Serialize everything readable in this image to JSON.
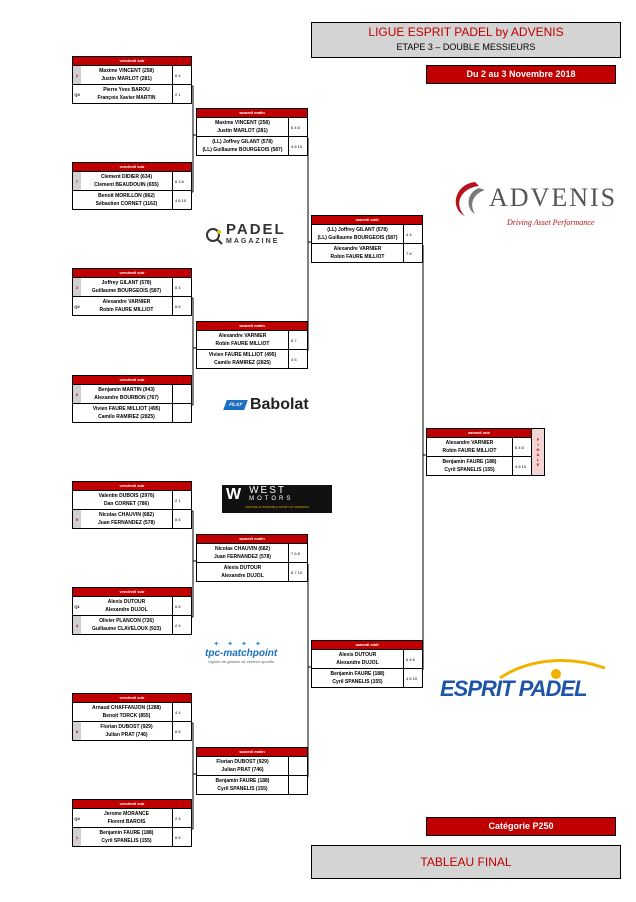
{
  "header": {
    "title": "LIGUE ESPRIT PADEL by ADVENIS",
    "subtitle": "ETAPE 3 – DOUBLE MESSIEURS",
    "dates": "Du 2 au 3 Novembre 2018"
  },
  "footer": {
    "category": "Catégorie P250",
    "board_title": "TABLEAU FINAL"
  },
  "final_label": "FINALE",
  "colors": {
    "accent": "#c00000",
    "panel": "#d4d4d4"
  },
  "logos": {
    "advenis": "ADVENIS",
    "advenis_tagline": "Driving Asset Performance",
    "padel_magazine": "PADEL",
    "padel_magazine_sub": "MAGAZINE",
    "babolat": "Babolat",
    "babolat_play": "PLAY",
    "west_motors": "WEST",
    "west_motors_sub": "MOTORS",
    "west_motors_tagline": "CENTRE AUTOMOBILE SPORT ET PREMIUM",
    "tpc": "tpc-matchpoint",
    "tpc_tagline": "logiciel de gestion de centres sportifs",
    "esprit_padel": "ESPRIT PADEL"
  },
  "rounds": [
    {
      "matches": [
        {
          "time": "vendredi soir",
          "teams": [
            {
              "seed": "2",
              "p1": "Maxime VINCENT (258)",
              "p2": "Justin MARLOT (281)",
              "score": "6 4"
            },
            {
              "seed": "Q3",
              "p1": "Pierre Yves BAROU",
              "p2": "François Xavier MARTIN",
              "score": "2 1"
            }
          ]
        },
        {
          "time": "vendredi soir",
          "teams": [
            {
              "seed": "7",
              "p1": "Clement DIDIER (634)",
              "p2": "Clement BEAUDOUIN (655)",
              "score": "6 3 6"
            },
            {
              "seed": "",
              "p1": "Benoit MORILLON (862)",
              "p2": "Sébastien CORNET (1162)",
              "score": "4 6 10"
            }
          ]
        },
        {
          "time": "vendredi soir",
          "teams": [
            {
              "seed": "3",
              "p1": "Joffrey GILANT (578)",
              "p2": "Guillaume BOURGEOIS (587)",
              "score": "6 4"
            },
            {
              "seed": "Q2",
              "p1": "Alexandre VARNIER",
              "p2": "Robin FAURE MILLIOT",
              "score": "6 6"
            }
          ]
        },
        {
          "time": "vendredi soir",
          "teams": [
            {
              "seed": "6",
              "p1": "Benjamin MARTIN (943)",
              "p2": "Alexandre BOURBON (767)",
              "score": ""
            },
            {
              "seed": "",
              "p1": "Vivien FAURE MILLIOT (495)",
              "p2": "Camilo RAMIREZ (2825)",
              "score": ""
            }
          ]
        },
        {
          "time": "vendredi soir",
          "teams": [
            {
              "seed": "",
              "p1": "Valentin DUBOIS (2976)",
              "p2": "Dan CORNET (786)",
              "score": "2 1"
            },
            {
              "seed": "5",
              "p1": "Nicolas CHAUVIN (682)",
              "p2": "Juan FERNANDEZ (578)",
              "score": "6 6"
            }
          ]
        },
        {
          "time": "vendredi soir",
          "teams": [
            {
              "seed": "Q1",
              "p1": "Alexis DUTOUR",
              "p2": "Alexandre DUJOL",
              "score": "6 6"
            },
            {
              "seed": "4",
              "p1": "Olivier PLANCON (726)",
              "p2": "Guillaume CLAVELOUX (923)",
              "score": "2 4"
            }
          ]
        },
        {
          "time": "vendredi soir",
          "teams": [
            {
              "seed": "",
              "p1": "Arnaud CHAFFANJON (1288)",
              "p2": "Benoit TORCK (855)",
              "score": "4 4"
            },
            {
              "seed": "8",
              "p1": "Florian DUBOST (929)",
              "p2": "Julian PRAT (746)",
              "score": "6 6"
            }
          ]
        },
        {
          "time": "vendredi soir",
          "teams": [
            {
              "seed": "Q4",
              "p1": "Jerome MORANCE",
              "p2": "Florent BAROIS",
              "score": "2 4"
            },
            {
              "seed": "1",
              "p1": "Benjamin FAURE (188)",
              "p2": "Cyril SPANELIS (155)",
              "score": "6 6"
            }
          ]
        }
      ]
    },
    {
      "matches": [
        {
          "time": "samedi matin",
          "teams": [
            {
              "p1": "Maxime VINCENT (258)",
              "p2": "Justin MARLOT (281)",
              "score": "6 4 6"
            },
            {
              "p1": "(LL) Joffrey GILANT (578)",
              "p2": "(LL) Guillaume BOURGEOIS (587)",
              "score": "4 6 10"
            }
          ]
        },
        {
          "time": "samedi matin",
          "teams": [
            {
              "p1": "Alexandre VARNIER",
              "p2": "Robin FAURE MILLIOT",
              "score": "6 7"
            },
            {
              "p1": "Vivien FAURE MILLIOT (495)",
              "p2": "Camilo RAMIREZ (2825)",
              "score": "4 6"
            }
          ]
        },
        {
          "time": "samedi matin",
          "teams": [
            {
              "p1": "Nicolas CHAUVIN (682)",
              "p2": "Juan FERNANDEZ (578)",
              "score": "7 6 8"
            },
            {
              "p1": "Alexis DUTOUR",
              "p2": "Alexandre DUJOL",
              "score": "6 7 10"
            }
          ]
        },
        {
          "time": "samedi matin",
          "teams": [
            {
              "p1": "Florian DUBOST (929)",
              "p2": "Julian PRAT (746)",
              "score": ""
            },
            {
              "p1": "Benjamin FAURE (188)",
              "p2": "Cyril SPANELIS (155)",
              "score": ""
            }
          ]
        }
      ]
    },
    {
      "matches": [
        {
          "time": "samedi midi",
          "teams": [
            {
              "p1": "(LL) Joffrey GILANT (578)",
              "p2": "(LL) Guillaume BOURGEOIS (587)",
              "score": "4 4"
            },
            {
              "p1": "Alexandre VARNIER",
              "p2": "Robin FAURE MILLIOT",
              "score": "7 6"
            }
          ]
        },
        {
          "time": "samedi midi",
          "teams": [
            {
              "p1": "Alexis DUTOUR",
              "p2": "Alexandre DUJOL",
              "score": "6 4 6"
            },
            {
              "p1": "Benjamin FAURE (188)",
              "p2": "Cyril SPANELIS (155)",
              "score": "4 6 10"
            }
          ]
        }
      ]
    },
    {
      "matches": [
        {
          "time": "samedi soir",
          "teams": [
            {
              "p1": "Alexandre VARNIER",
              "p2": "Robin FAURE MILLIOT",
              "score": "6 4 6"
            },
            {
              "p1": "Benjamin FAURE (188)",
              "p2": "Cyril SPANELIS (155)",
              "score": "4 6 10"
            }
          ]
        }
      ]
    }
  ]
}
